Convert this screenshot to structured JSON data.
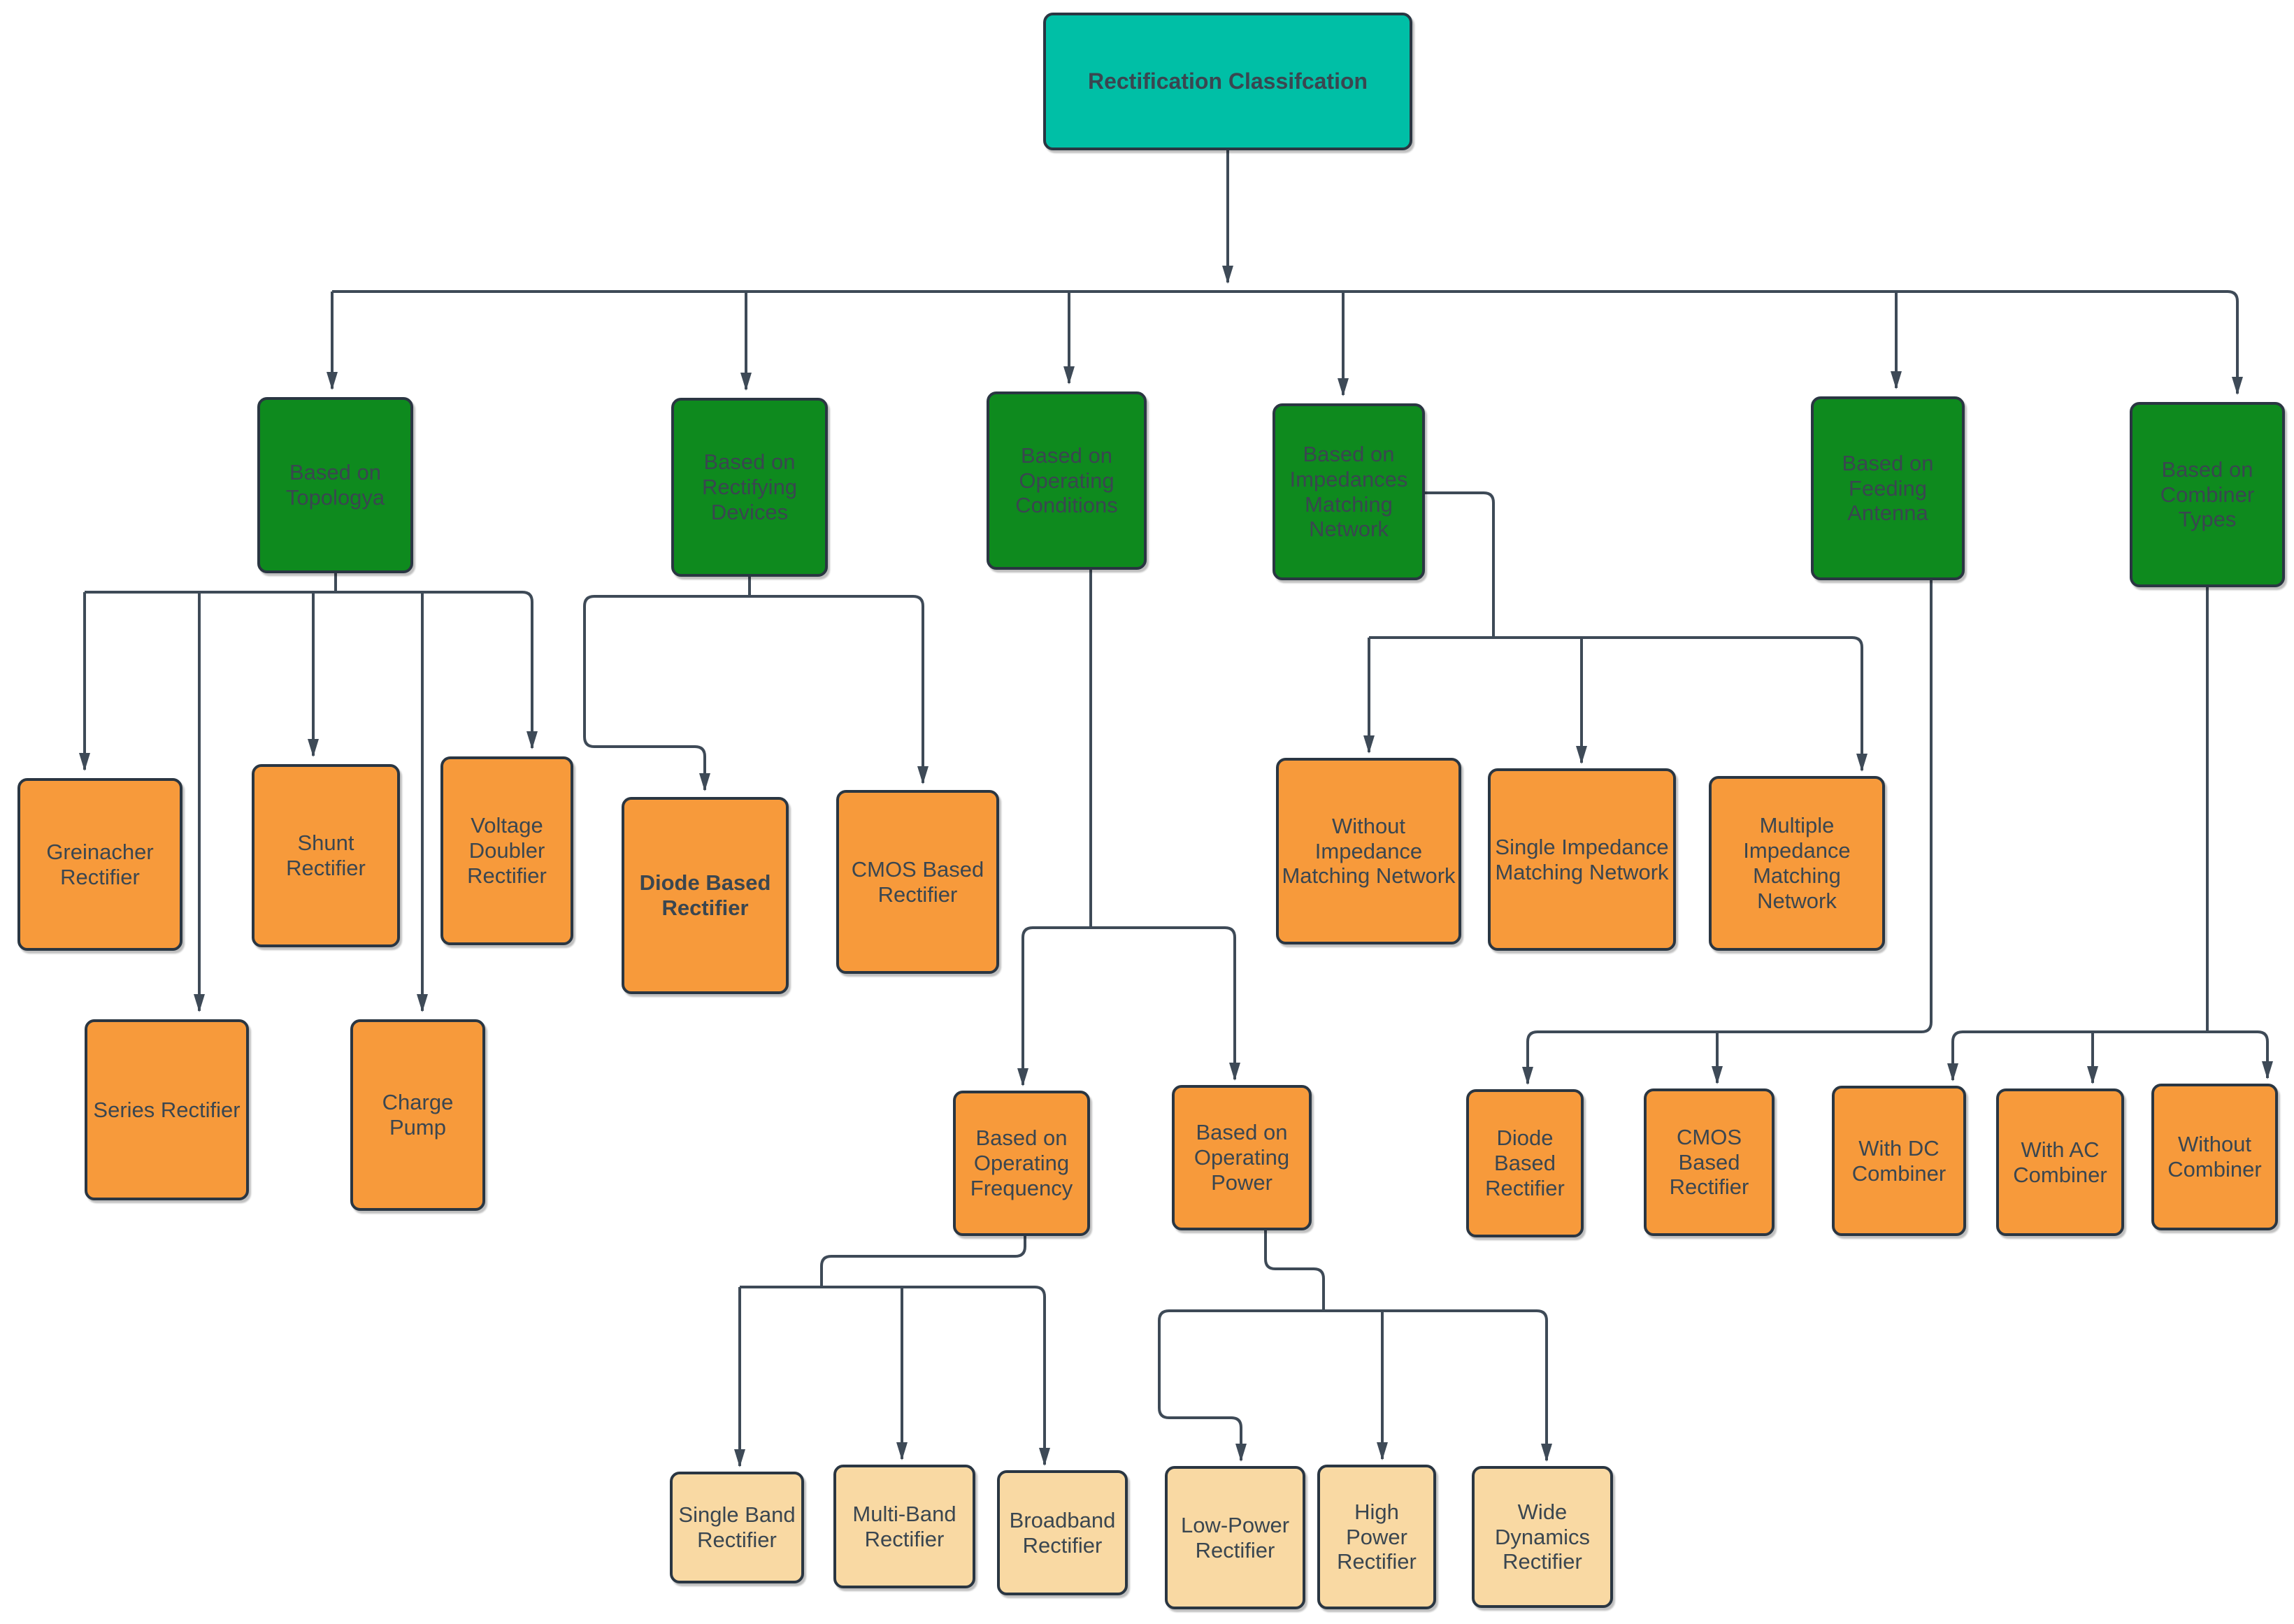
{
  "title": "Rectification Classifcation",
  "colors": {
    "root_fill": "#00BFA6",
    "category_fill": "#0E8A1E",
    "item_fill": "#F79A3B",
    "leaf_fill": "#F9D9A3",
    "border": "#2A3642",
    "text": "#3A4650",
    "connector": "#3E4A57",
    "background": "#FFFFFF"
  },
  "nodes": {
    "root": {
      "label": "Rectification Classifcation",
      "children": [
        "topology",
        "rectifying_devices",
        "operating_conditions",
        "impedance_network",
        "feeding_antenna",
        "combiner_types"
      ]
    },
    "topology": {
      "label": "Based on Topologya",
      "children": [
        "greinacher",
        "series",
        "shunt",
        "charge_pump",
        "voltage_doubler"
      ]
    },
    "rectifying_devices": {
      "label": "Based on Rectifying Devices",
      "children": [
        "diode_based",
        "cmos_based"
      ]
    },
    "operating_conditions": {
      "label": "Based on Operating Conditions",
      "children": [
        "operating_frequency",
        "operating_power"
      ]
    },
    "impedance_network": {
      "label": "Based on Impedances Matching Network",
      "children": [
        "without_impedance",
        "single_impedance",
        "multiple_impedance"
      ]
    },
    "feeding_antenna": {
      "label": "Based on Feeding Antenna",
      "children": [
        "diode_based_2",
        "cmos_based_2"
      ]
    },
    "combiner_types": {
      "label": "Based on Combiner Types",
      "children": [
        "with_dc_combiner",
        "with_ac_combiner",
        "without_combiner"
      ]
    },
    "greinacher": {
      "label": "Greinacher Rectifier"
    },
    "shunt": {
      "label": "Shunt Rectifier"
    },
    "voltage_doubler": {
      "label": "Voltage Doubler Rectifier"
    },
    "series": {
      "label": "Series Rectifier"
    },
    "charge_pump": {
      "label": "Charge Pump"
    },
    "diode_based": {
      "label": "Diode Based Rectifier"
    },
    "cmos_based": {
      "label": "CMOS Based Rectifier"
    },
    "operating_frequency": {
      "label": "Based on Operating Frequency",
      "children": [
        "single_band",
        "multi_band",
        "broadband"
      ]
    },
    "operating_power": {
      "label": "Based on Operating Power",
      "children": [
        "low_power",
        "high_power",
        "wide_dynamics"
      ]
    },
    "without_impedance": {
      "label": "Without Impedance Matching Network"
    },
    "single_impedance": {
      "label": "Single Impedance Matching Network"
    },
    "multiple_impedance": {
      "label": "Multiple Impedance Matching Network"
    },
    "diode_based_2": {
      "label": "Diode Based Rectifier"
    },
    "cmos_based_2": {
      "label": "CMOS Based Rectifier"
    },
    "with_dc_combiner": {
      "label": "With DC Combiner"
    },
    "with_ac_combiner": {
      "label": "With AC Combiner"
    },
    "without_combiner": {
      "label": "Without Combiner"
    },
    "single_band": {
      "label": "Single Band Rectifier"
    },
    "multi_band": {
      "label": "Multi-Band Rectifier"
    },
    "broadband": {
      "label": "Broadband Rectifier"
    },
    "low_power": {
      "label": "Low-Power Rectifier"
    },
    "high_power": {
      "label": "High Power Rectifier"
    },
    "wide_dynamics": {
      "label": "Wide Dynamics Rectifier"
    }
  }
}
